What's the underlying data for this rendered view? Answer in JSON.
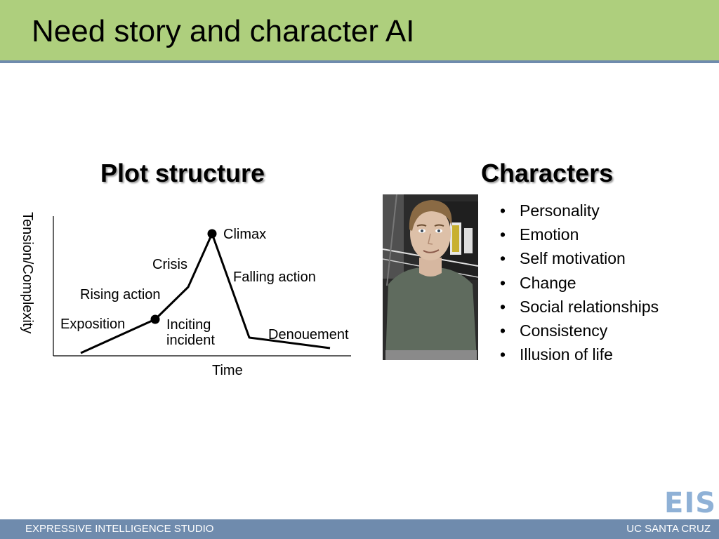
{
  "slide": {
    "title": "Need story and character AI"
  },
  "plot": {
    "heading": "Plot structure",
    "y_axis_label": "Tension/Complexity",
    "x_axis_label": "Time",
    "labels": {
      "exposition": "Exposition",
      "rising_action": "Rising action",
      "crisis": "Crisis",
      "climax": "Climax",
      "falling_action": "Falling action",
      "inciting_line1": "Inciting",
      "inciting_line2": "incident",
      "denouement": "Denouement"
    }
  },
  "characters": {
    "heading": "Characters",
    "bullets": [
      "Personality",
      "Emotion",
      "Self motivation",
      "Change",
      "Social relationships",
      "Consistency",
      "Illusion of life"
    ]
  },
  "footer": {
    "left": "EXPRESSIVE INTELLIGENCE STUDIO",
    "right": "UC SANTA CRUZ",
    "logo": "EIS"
  },
  "colors": {
    "title_bar": "#aecf7d",
    "accent_blue": "#6f8bad"
  }
}
